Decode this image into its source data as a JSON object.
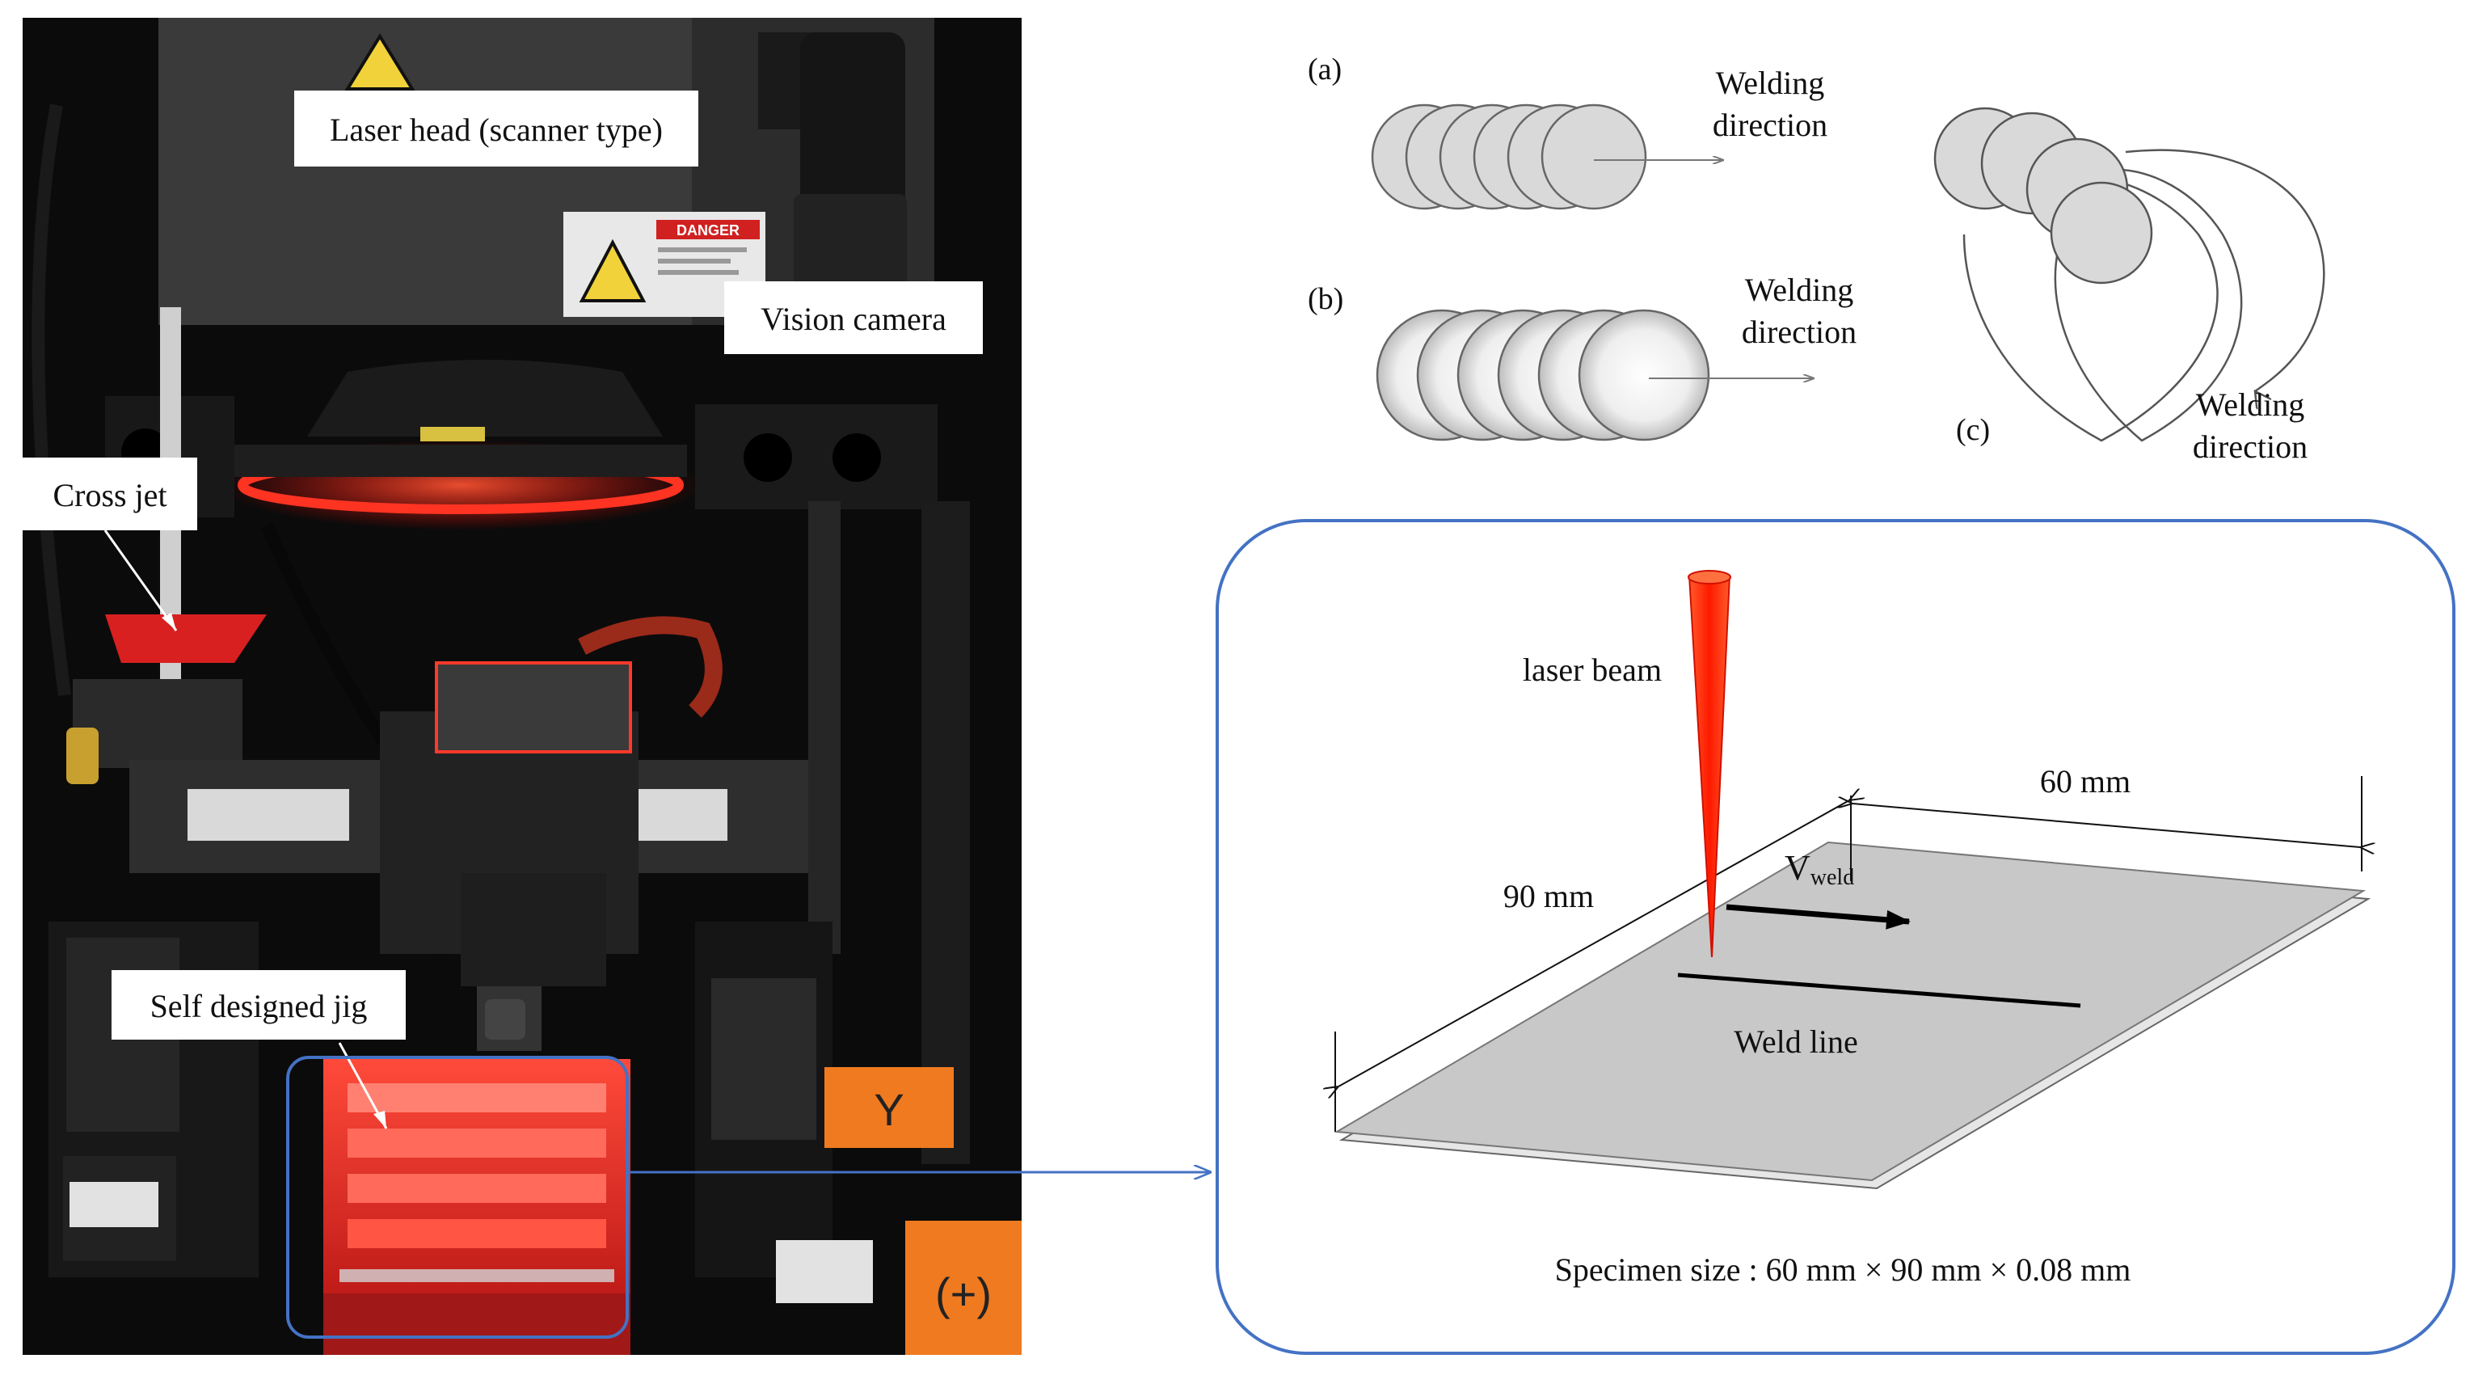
{
  "photo": {
    "labels": {
      "laser_head": "Laser head (scanner type)",
      "vision_camera": "Vision camera",
      "cross_jet": "Cross jet",
      "jig": "Self designed jig"
    },
    "warning_sign": "DANGER",
    "floor_marks": {
      "y": "Y",
      "plus": "(+)"
    }
  },
  "patterns": {
    "a": {
      "tag": "(a)",
      "direction_line1": "Welding",
      "direction_line2": "direction"
    },
    "b": {
      "tag": "(b)",
      "direction_line1": "Welding",
      "direction_line2": "direction"
    },
    "c": {
      "tag": "(c)",
      "direction_line1": "Welding",
      "direction_line2": "direction"
    }
  },
  "specimen": {
    "laser_beam": "laser beam",
    "width_dim": "60 mm",
    "length_dim": "90 mm",
    "velocity": "V",
    "velocity_sub": "weld",
    "weld_line": "Weld line",
    "size_caption": "Specimen size : 60 mm × 90 mm × 0.08 mm"
  },
  "colors": {
    "accent_blue": "#4472c4",
    "beam_red": "#ff2200",
    "circle_fill": "#d9d9d9",
    "plate_fill": "#c8c8c8"
  }
}
